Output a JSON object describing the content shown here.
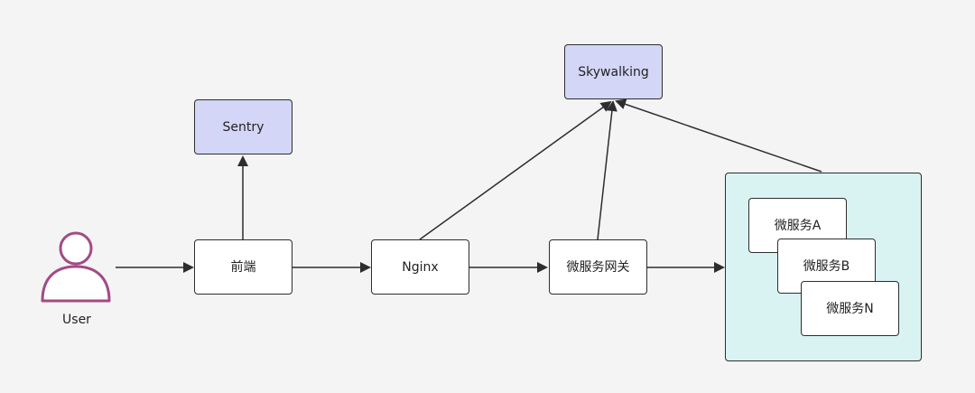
{
  "diagram": {
    "title": "",
    "colors": {
      "line": "#2d2d2d",
      "monitoring_fill": "#d4d6f7",
      "service_group_fill": "#d9f3f2",
      "node_fill": "#ffffff",
      "user_icon": "#a24a86"
    },
    "nodes": {
      "user": "User",
      "frontend": "前端",
      "sentry": "Sentry",
      "nginx": "Nginx",
      "gateway": "微服务网关",
      "skywalking": "Skywalking",
      "service_a": "微服务A",
      "service_b": "微服务B",
      "service_n": "微服务N"
    },
    "edges": [
      {
        "from": "user",
        "to": "frontend"
      },
      {
        "from": "frontend",
        "to": "sentry"
      },
      {
        "from": "frontend",
        "to": "nginx"
      },
      {
        "from": "nginx",
        "to": "gateway"
      },
      {
        "from": "gateway",
        "to": "service_group"
      },
      {
        "from": "nginx",
        "to": "skywalking"
      },
      {
        "from": "gateway",
        "to": "skywalking"
      },
      {
        "from": "service_group",
        "to": "skywalking"
      }
    ]
  }
}
